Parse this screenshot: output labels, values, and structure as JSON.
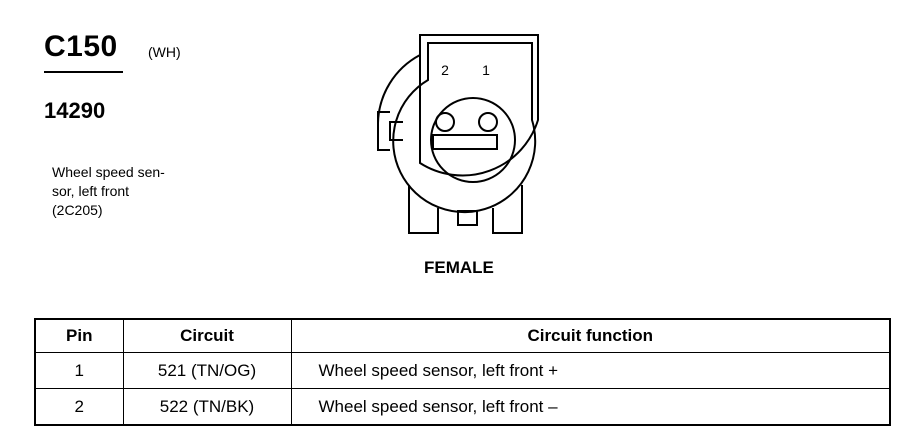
{
  "connector": {
    "id": "C150",
    "color_code": "(WH)",
    "part_number": "14290",
    "description": [
      "Wheel speed sen-",
      "sor, left front",
      "(2C205)"
    ],
    "pin_numbers": [
      "2",
      "1"
    ],
    "gender": "FEMALE"
  },
  "table": {
    "headers": [
      "Pin",
      "Circuit",
      "Circuit function"
    ],
    "rows": [
      {
        "pin": "1",
        "circuit": "521 (TN/OG)",
        "function": "Wheel speed sensor, left front +"
      },
      {
        "pin": "2",
        "circuit": "522 (TN/BK)",
        "function": "Wheel speed sensor, left front –"
      }
    ]
  }
}
